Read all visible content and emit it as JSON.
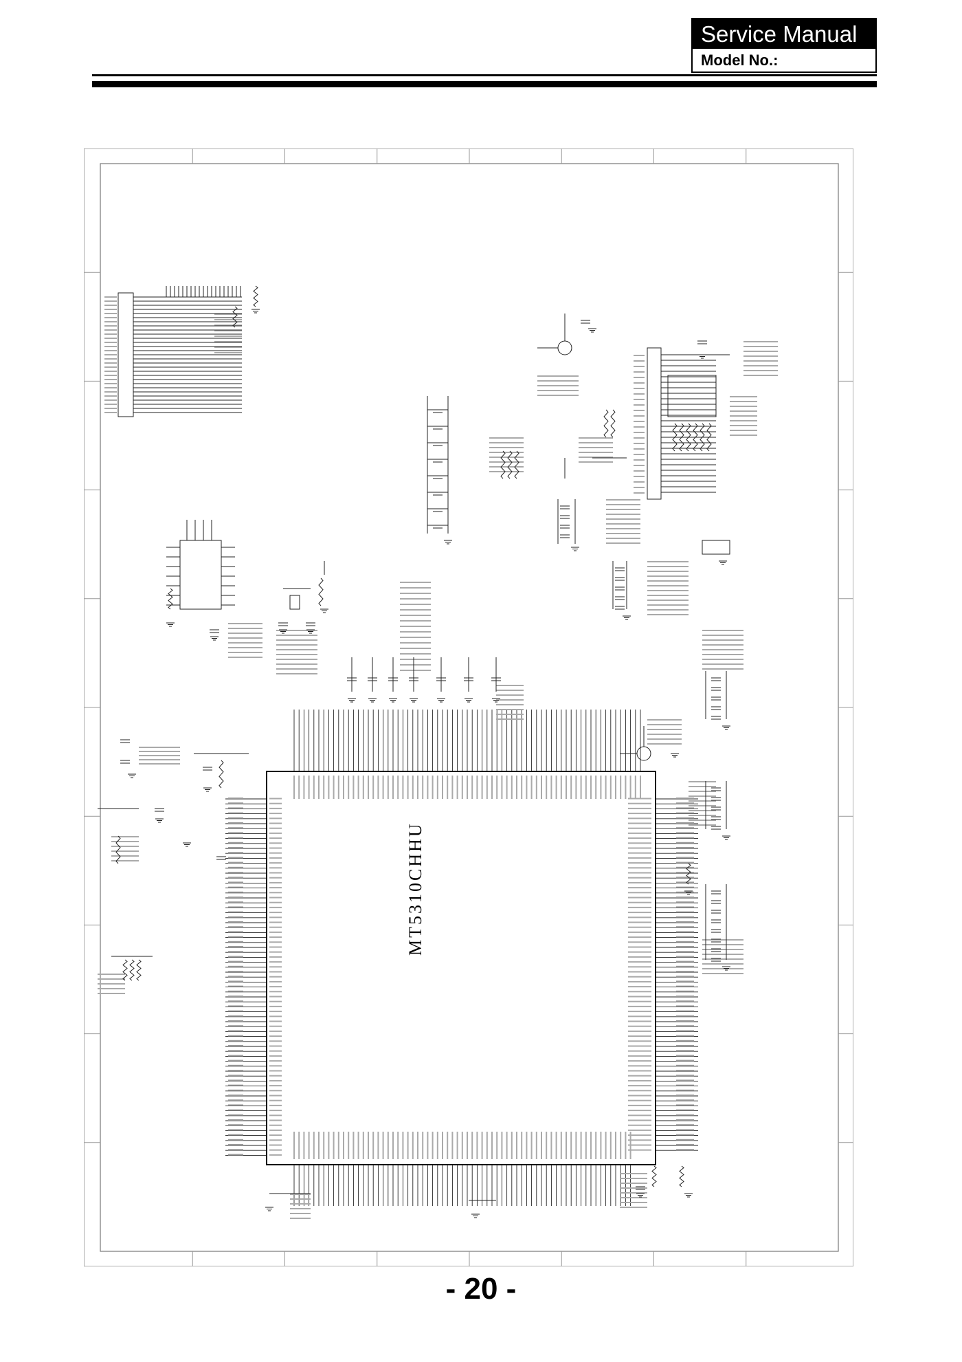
{
  "header": {
    "title": "Service Manual",
    "model_label": "Model No.:"
  },
  "schematic": {
    "chip_name": "MT5310CHHU"
  },
  "footer": {
    "page_number": "- 20 -"
  }
}
